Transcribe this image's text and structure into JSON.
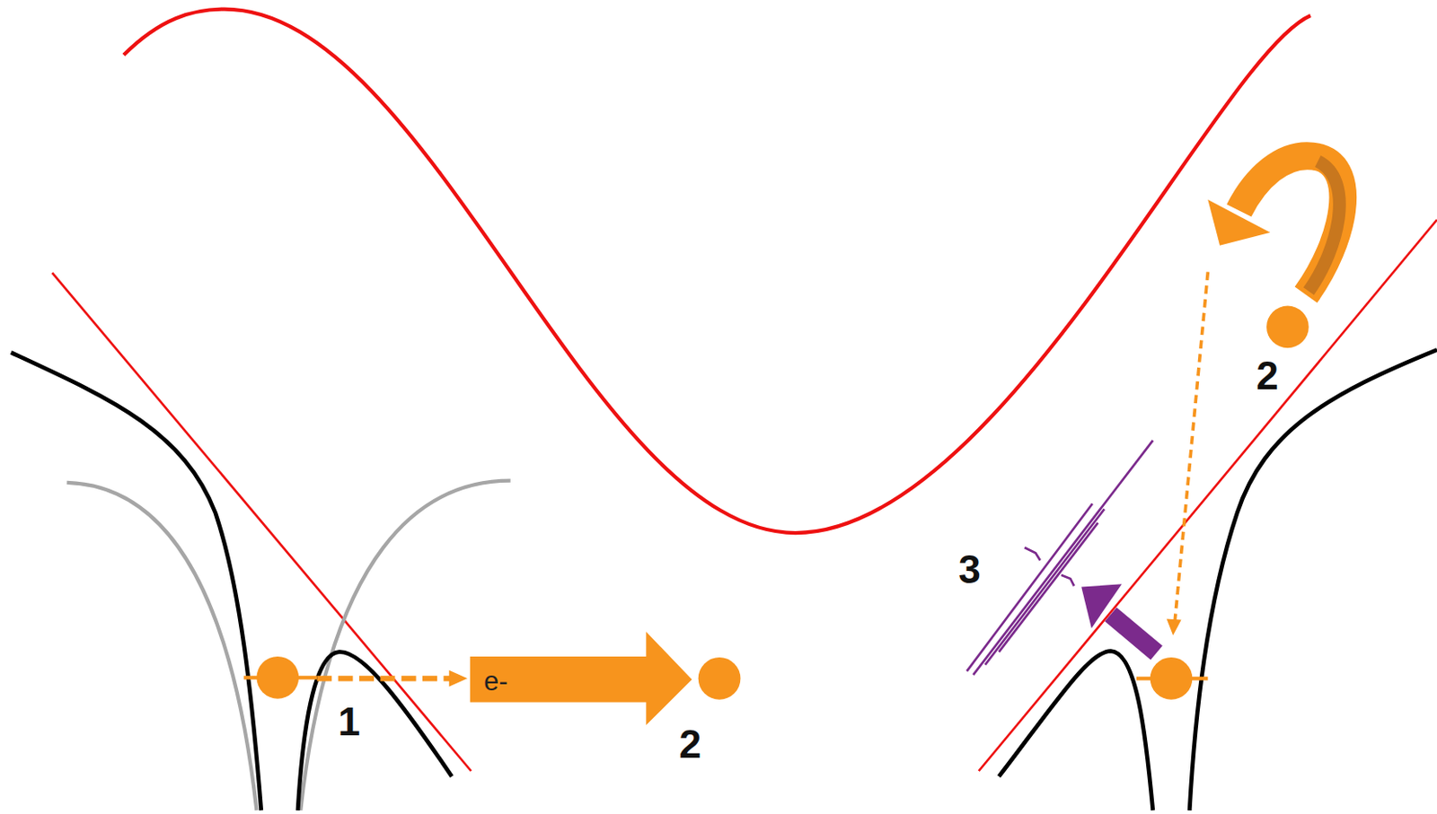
{
  "diagram": {
    "labels": [
      "e-",
      "1",
      "2",
      "2",
      "3"
    ]
  }
}
